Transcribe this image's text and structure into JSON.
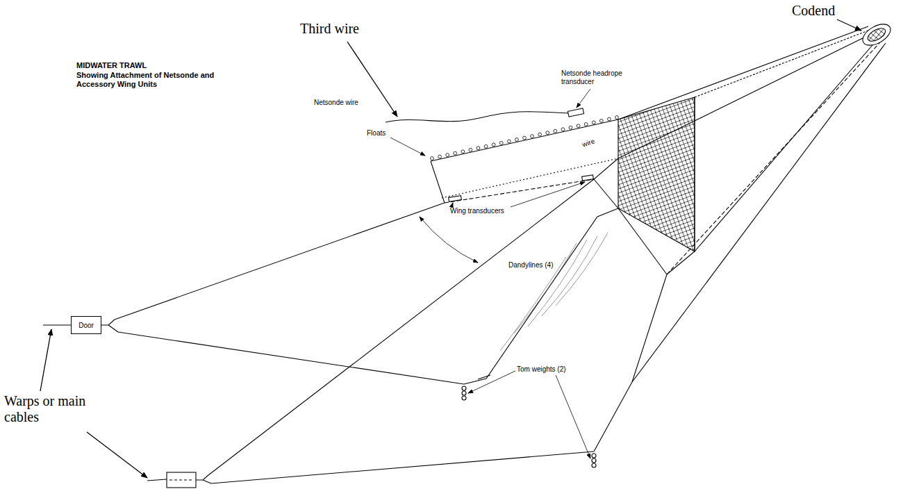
{
  "diagram": {
    "title": "MIDWATER TRAWL",
    "nodes": [
      {
        "text": [
          "Door"
        ]
      }
    ],
    "labels": [
      "Showing Attachment of Netsonde and Accessory Wing Units",
      "Codend",
      "Third wire",
      "Netsonde wire",
      "Netsonde headrope transducer",
      "Floats",
      "wire",
      "Wing transducers",
      "Dandylines (4)",
      "Tom weights (2)",
      "Warps or main cables"
    ]
  }
}
